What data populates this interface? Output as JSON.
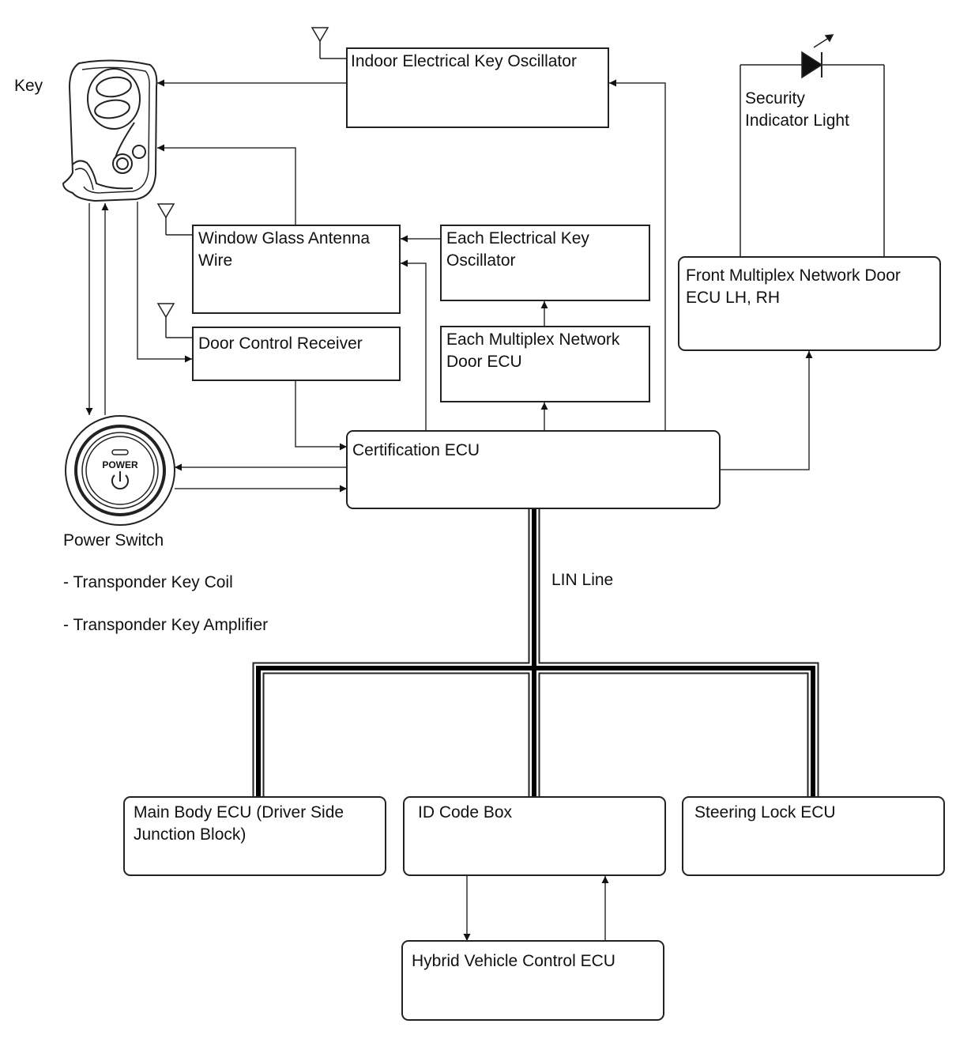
{
  "title": "",
  "components": {
    "key": "Key",
    "indoor_oscillator": "Indoor Electrical Key Oscillator",
    "window_antenna": "Window Glass Antenna\nWire",
    "door_receiver": "Door Control Receiver",
    "each_oscillator": "Each Electrical Key\nOscillator",
    "each_multiplex_ecu": "Each Multiplex Network\nDoor ECU",
    "front_multiplex_ecu": "Front Multiplex Network Door\nECU LH, RH",
    "security_light": "Security\nIndicator Light",
    "certification_ecu": "Certification ECU",
    "power_switch": "Power Switch",
    "power_button_text": "POWER",
    "transponder_coil": "- Transponder Key Coil",
    "transponder_amp": "- Transponder Key Amplifier",
    "lin_line": "LIN Line",
    "main_body_ecu": "Main Body ECU (Driver Side\nJunction Block)",
    "id_code_box": "ID Code Box",
    "steering_lock_ecu": "Steering Lock ECU",
    "hybrid_ecu": "Hybrid Vehicle Control ECU"
  }
}
